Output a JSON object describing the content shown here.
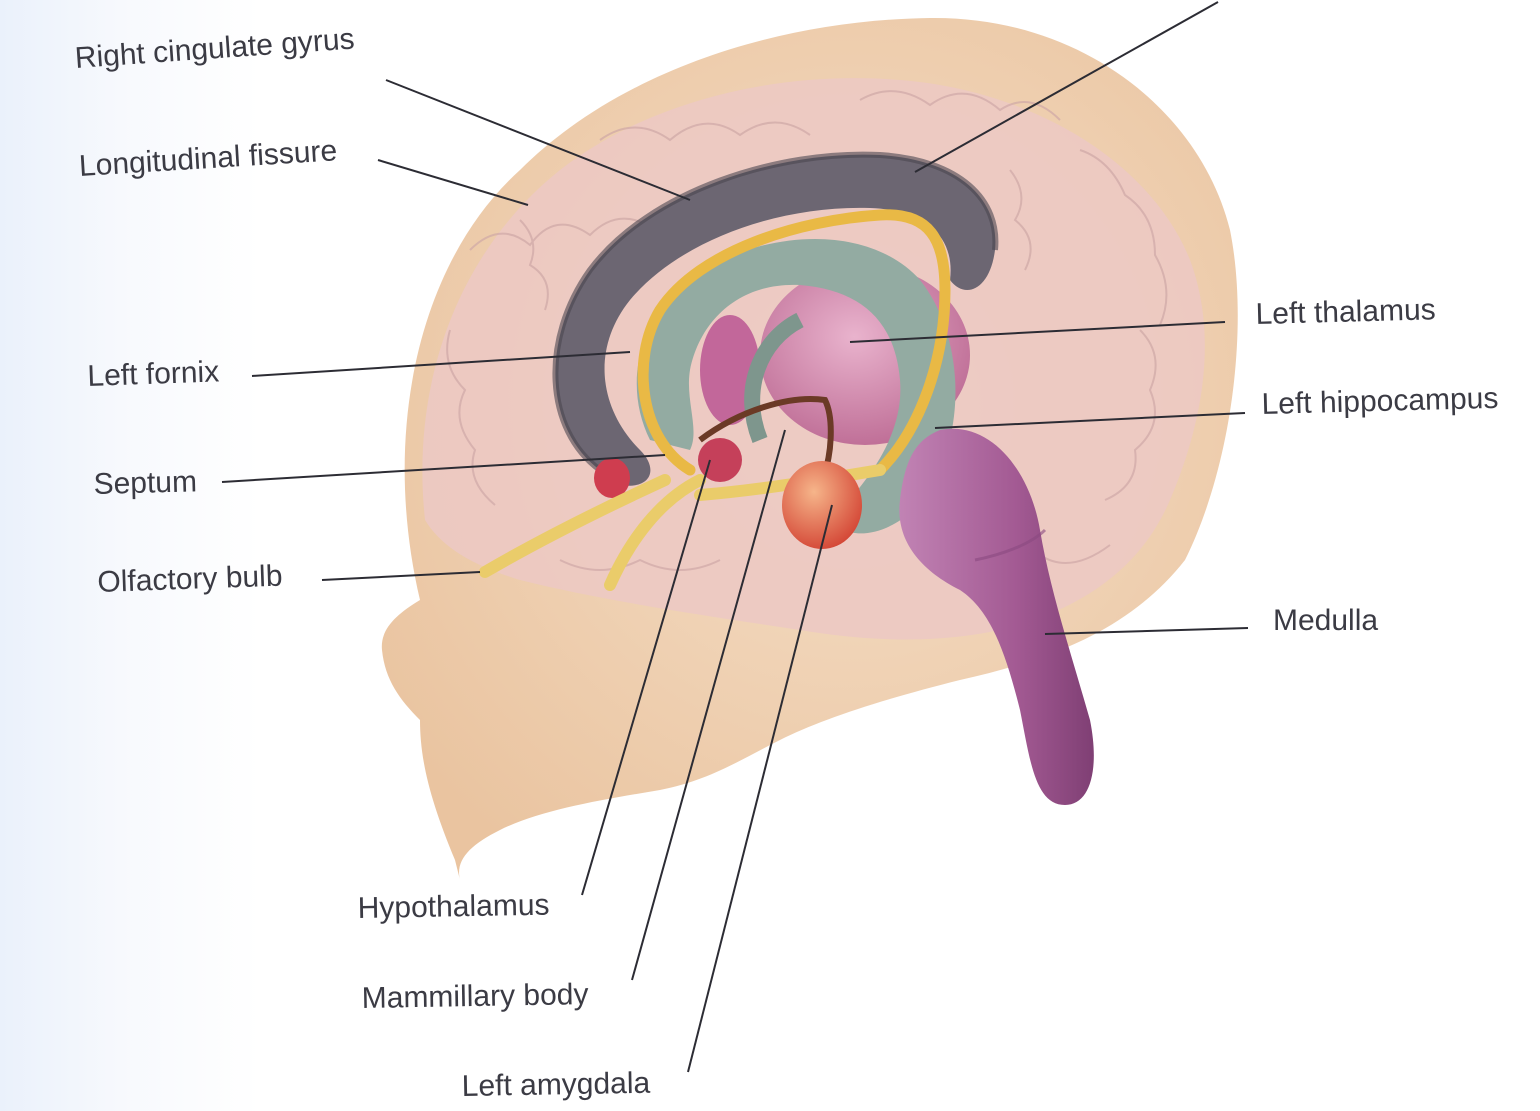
{
  "labels": {
    "right_cingulate_gyrus": "Right cingulate gyrus",
    "longitudinal_fissure": "Longitudinal fissure",
    "left_fornix": "Left fornix",
    "septum": "Septum",
    "olfactory_bulb": "Olfactory bulb",
    "left_thalamus": "Left thalamus",
    "left_hippocampus": "Left hippocampus",
    "medulla": "Medulla",
    "hypothalamus": "Hypothalamus",
    "mammillary_body": "Mammillary body",
    "left_amygdala": "Left amygdala"
  },
  "colors": {
    "head_skin": "#f1d3b4",
    "cortex": "#ecc9c3",
    "cingulate": "#6c6672",
    "fornix": "#e9b945",
    "hippocampus": "#93aba2",
    "thalamus": "#cf86ad",
    "brainstem": "#a8619a",
    "amygdala": "#e2614a",
    "leader_line": "#2c2c34"
  }
}
